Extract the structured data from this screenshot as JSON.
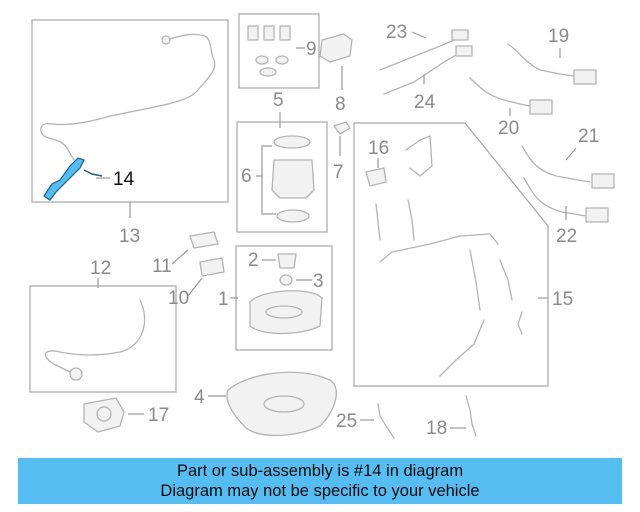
{
  "part_labels": [
    "1",
    "2",
    "3",
    "4",
    "5",
    "6",
    "7",
    "8",
    "9",
    "10",
    "11",
    "12",
    "13",
    "14",
    "15",
    "16",
    "17",
    "18",
    "19",
    "20",
    "21",
    "22",
    "23",
    "24",
    "25"
  ],
  "highlight_label": "14",
  "highlight_color": "#55bdf1",
  "banner": {
    "line1": "Part or sub-assembly is #14 in diagram",
    "line2": "Diagram may not be specific to your vehicle",
    "background": "#55bdf1"
  }
}
